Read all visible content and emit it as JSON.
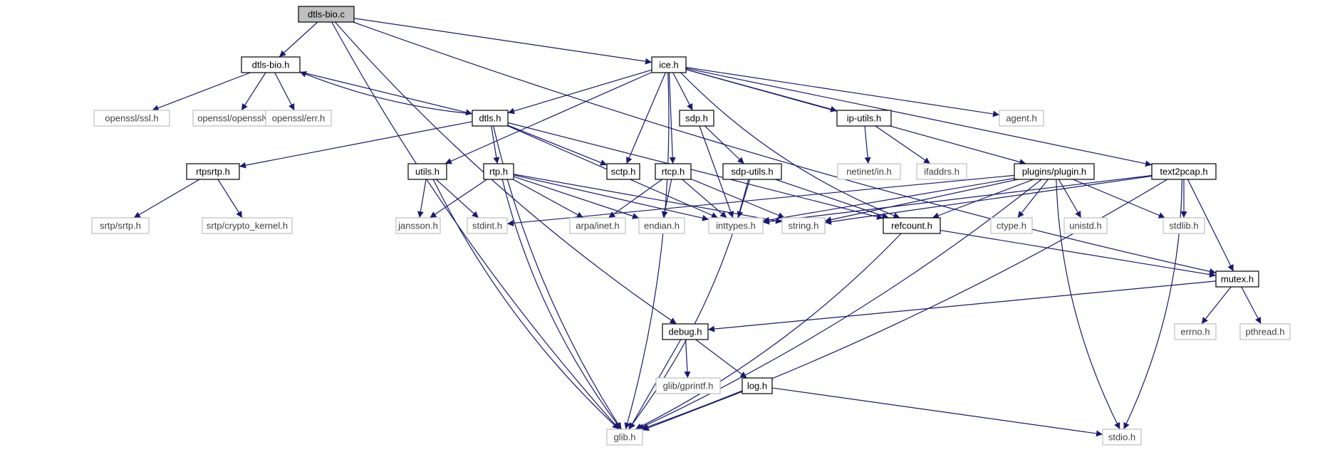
{
  "graph": {
    "edge_color": "#191970",
    "nodes": [
      {
        "id": "dtls_bio_c",
        "label": "dtls-bio.c",
        "kind": "focus"
      },
      {
        "id": "dtls_bio_h",
        "label": "dtls-bio.h",
        "kind": "local"
      },
      {
        "id": "ice_h",
        "label": "ice.h",
        "kind": "local"
      },
      {
        "id": "openssl_ssl_h",
        "label": "openssl/ssl.h",
        "kind": "system"
      },
      {
        "id": "openssl_opensslv_h",
        "label": "openssl/opensslv.h",
        "kind": "system"
      },
      {
        "id": "openssl_err_h",
        "label": "openssl/err.h",
        "kind": "system"
      },
      {
        "id": "dtls_h",
        "label": "dtls.h",
        "kind": "local"
      },
      {
        "id": "sdp_h",
        "label": "sdp.h",
        "kind": "local"
      },
      {
        "id": "ip_utils_h",
        "label": "ip-utils.h",
        "kind": "local"
      },
      {
        "id": "agent_h",
        "label": "agent.h",
        "kind": "system"
      },
      {
        "id": "netinet_in_h",
        "label": "netinet/in.h",
        "kind": "system"
      },
      {
        "id": "ifaddrs_h",
        "label": "ifaddrs.h",
        "kind": "system"
      },
      {
        "id": "rtpsrtp_h",
        "label": "rtpsrtp.h",
        "kind": "local"
      },
      {
        "id": "utils_h",
        "label": "utils.h",
        "kind": "local"
      },
      {
        "id": "rtp_h",
        "label": "rtp.h",
        "kind": "local"
      },
      {
        "id": "sctp_h",
        "label": "sctp.h",
        "kind": "local"
      },
      {
        "id": "rtcp_h",
        "label": "rtcp.h",
        "kind": "local"
      },
      {
        "id": "sdp_utils_h",
        "label": "sdp-utils.h",
        "kind": "local"
      },
      {
        "id": "plugins_plugin_h",
        "label": "plugins/plugin.h",
        "kind": "local"
      },
      {
        "id": "text2pcap_h",
        "label": "text2pcap.h",
        "kind": "local"
      },
      {
        "id": "srtp_srtp_h",
        "label": "srtp/srtp.h",
        "kind": "system"
      },
      {
        "id": "srtp_crypto_kernel_h",
        "label": "srtp/crypto_kernel.h",
        "kind": "system"
      },
      {
        "id": "jansson_h",
        "label": "jansson.h",
        "kind": "system"
      },
      {
        "id": "stdint_h",
        "label": "stdint.h",
        "kind": "system"
      },
      {
        "id": "arpa_inet_h",
        "label": "arpa/inet.h",
        "kind": "system"
      },
      {
        "id": "endian_h",
        "label": "endian.h",
        "kind": "system"
      },
      {
        "id": "inttypes_h",
        "label": "inttypes.h",
        "kind": "system"
      },
      {
        "id": "string_h",
        "label": "string.h",
        "kind": "system"
      },
      {
        "id": "refcount_h",
        "label": "refcount.h",
        "kind": "local"
      },
      {
        "id": "ctype_h",
        "label": "ctype.h",
        "kind": "system"
      },
      {
        "id": "unistd_h",
        "label": "unistd.h",
        "kind": "system"
      },
      {
        "id": "stdlib_h",
        "label": "stdlib.h",
        "kind": "system"
      },
      {
        "id": "mutex_h",
        "label": "mutex.h",
        "kind": "local"
      },
      {
        "id": "errno_h",
        "label": "errno.h",
        "kind": "system"
      },
      {
        "id": "pthread_h",
        "label": "pthread.h",
        "kind": "system"
      },
      {
        "id": "debug_h",
        "label": "debug.h",
        "kind": "local"
      },
      {
        "id": "glib_gprintf_h",
        "label": "glib/gprintf.h",
        "kind": "system"
      },
      {
        "id": "log_h",
        "label": "log.h",
        "kind": "local"
      },
      {
        "id": "glib_h",
        "label": "glib.h",
        "kind": "system"
      },
      {
        "id": "stdio_h",
        "label": "stdio.h",
        "kind": "system"
      }
    ],
    "edges": [
      [
        "dtls_bio_c",
        "dtls_bio_h"
      ],
      [
        "dtls_bio_c",
        "ice_h"
      ],
      [
        "dtls_bio_c",
        "glib_h"
      ],
      [
        "dtls_bio_c",
        "debug_h"
      ],
      [
        "dtls_bio_c",
        "mutex_h"
      ],
      [
        "dtls_bio_h",
        "openssl_ssl_h"
      ],
      [
        "dtls_bio_h",
        "openssl_opensslv_h"
      ],
      [
        "dtls_bio_h",
        "openssl_err_h"
      ],
      [
        "dtls_bio_h",
        "dtls_h"
      ],
      [
        "dtls_h",
        "dtls_bio_h"
      ],
      [
        "dtls_h",
        "rtpsrtp_h"
      ],
      [
        "dtls_h",
        "rtp_h"
      ],
      [
        "dtls_h",
        "sctp_h"
      ],
      [
        "dtls_h",
        "glib_h"
      ],
      [
        "dtls_h",
        "refcount_h"
      ],
      [
        "dtls_h",
        "inttypes_h"
      ],
      [
        "ice_h",
        "dtls_h"
      ],
      [
        "ice_h",
        "sdp_h"
      ],
      [
        "ice_h",
        "ip_utils_h"
      ],
      [
        "ice_h",
        "agent_h"
      ],
      [
        "ice_h",
        "utils_h"
      ],
      [
        "ice_h",
        "sctp_h"
      ],
      [
        "ice_h",
        "rtcp_h"
      ],
      [
        "ice_h",
        "plugins_plugin_h"
      ],
      [
        "ice_h",
        "text2pcap_h"
      ],
      [
        "ice_h",
        "glib_h"
      ],
      [
        "ice_h",
        "refcount_h"
      ],
      [
        "ip_utils_h",
        "netinet_in_h"
      ],
      [
        "ip_utils_h",
        "ifaddrs_h"
      ],
      [
        "sdp_h",
        "sdp_utils_h"
      ],
      [
        "sdp_h",
        "inttypes_h"
      ],
      [
        "sdp_utils_h",
        "inttypes_h"
      ],
      [
        "sdp_utils_h",
        "refcount_h"
      ],
      [
        "sdp_utils_h",
        "glib_h"
      ],
      [
        "rtpsrtp_h",
        "srtp_srtp_h"
      ],
      [
        "rtpsrtp_h",
        "srtp_crypto_kernel_h"
      ],
      [
        "utils_h",
        "jansson_h"
      ],
      [
        "utils_h",
        "stdint_h"
      ],
      [
        "utils_h",
        "glib_h"
      ],
      [
        "rtp_h",
        "jansson_h"
      ],
      [
        "rtp_h",
        "arpa_inet_h"
      ],
      [
        "rtp_h",
        "endian_h"
      ],
      [
        "rtp_h",
        "inttypes_h"
      ],
      [
        "rtp_h",
        "string_h"
      ],
      [
        "rtp_h",
        "glib_h"
      ],
      [
        "rtcp_h",
        "arpa_inet_h"
      ],
      [
        "rtcp_h",
        "endian_h"
      ],
      [
        "rtcp_h",
        "inttypes_h"
      ],
      [
        "rtcp_h",
        "string_h"
      ],
      [
        "plugins_plugin_h",
        "stdint_h"
      ],
      [
        "plugins_plugin_h",
        "inttypes_h"
      ],
      [
        "plugins_plugin_h",
        "string_h"
      ],
      [
        "plugins_plugin_h",
        "refcount_h"
      ],
      [
        "plugins_plugin_h",
        "ctype_h"
      ],
      [
        "plugins_plugin_h",
        "unistd_h"
      ],
      [
        "plugins_plugin_h",
        "stdlib_h"
      ],
      [
        "plugins_plugin_h",
        "stdio_h"
      ],
      [
        "plugins_plugin_h",
        "glib_h"
      ],
      [
        "text2pcap_h",
        "inttypes_h"
      ],
      [
        "text2pcap_h",
        "string_h"
      ],
      [
        "text2pcap_h",
        "stdlib_h"
      ],
      [
        "text2pcap_h",
        "mutex_h"
      ],
      [
        "text2pcap_h",
        "stdio_h"
      ],
      [
        "text2pcap_h",
        "glib_h"
      ],
      [
        "refcount_h",
        "glib_h"
      ],
      [
        "refcount_h",
        "mutex_h"
      ],
      [
        "mutex_h",
        "debug_h"
      ],
      [
        "mutex_h",
        "errno_h"
      ],
      [
        "mutex_h",
        "pthread_h"
      ],
      [
        "debug_h",
        "glib_gprintf_h"
      ],
      [
        "debug_h",
        "log_h"
      ],
      [
        "debug_h",
        "glib_h"
      ],
      [
        "log_h",
        "glib_h"
      ],
      [
        "log_h",
        "stdio_h"
      ]
    ]
  }
}
